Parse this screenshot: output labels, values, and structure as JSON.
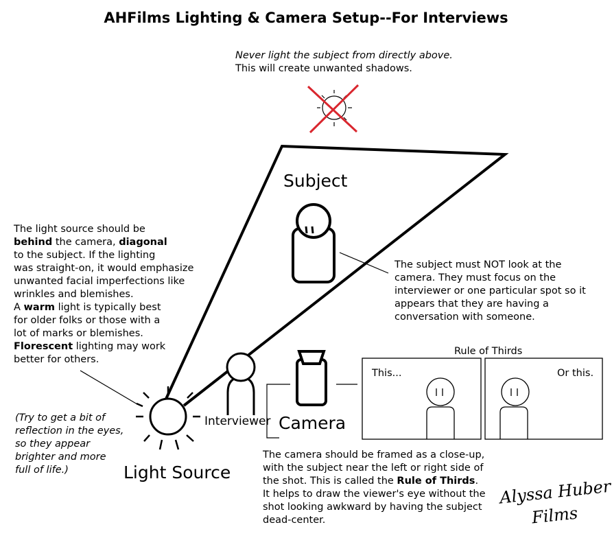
{
  "title": "AHFilms Lighting & Camera Setup--For Interviews",
  "overhead_note": {
    "line1": "Never light the subject from directly above.",
    "line2": "This will create unwanted shadows."
  },
  "labels": {
    "subject": "Subject",
    "light_source": "Light Source",
    "interviewer": "Interviewer",
    "camera": "Camera",
    "rule_of_thirds": "Rule of Thirds",
    "frame_left": "This...",
    "frame_right": "Or this."
  },
  "light_note": {
    "l1": "The light source should be",
    "l2a": "behind",
    "l2b": " the camera, ",
    "l2c": "diagonal",
    "l3": "to the subject. If the lighting",
    "l4": "was straight-on, it would emphasize",
    "l5": "unwanted facial imperfections like",
    "l6": "wrinkles and blemishes.",
    "l7a": "A ",
    "l7b": "warm",
    "l7c": " light is typically best",
    "l8": "for older folks or those with a",
    "l9": "lot of marks or blemishes.",
    "l10a": "Florescent",
    "l10b": " lighting may work",
    "l11": "better for others."
  },
  "reflection_note": {
    "l1": "(Try to get a bit of",
    "l2": "reflection in the eyes,",
    "l3": "so they appear",
    "l4": "brighter and more",
    "l5": "full of life.)"
  },
  "subject_note": {
    "l1": "The subject must NOT look at the",
    "l2": "camera. They must focus on the",
    "l3": "interviewer or one particular spot so it",
    "l4": "appears that they are having a",
    "l5": "conversation with someone."
  },
  "camera_note": {
    "l1": "The camera should be framed as a close-up,",
    "l2": "with the subject near the left or right side of",
    "l3a": "the shot. This is called the ",
    "l3b": "Rule of Thirds",
    "l3c": ".",
    "l4": "It helps to draw the viewer's eye without the",
    "l5": "shot looking awkward by having the subject",
    "l6": "dead-center."
  },
  "signature": {
    "line1": "Alyssa Huber",
    "line2": "Films"
  },
  "colors": {
    "cross": "#d9262e",
    "ink": "#000000"
  },
  "icons": [
    "overhead-light-icon",
    "light-source-icon",
    "subject-figure-icon",
    "interviewer-figure-icon",
    "camera-icon"
  ]
}
